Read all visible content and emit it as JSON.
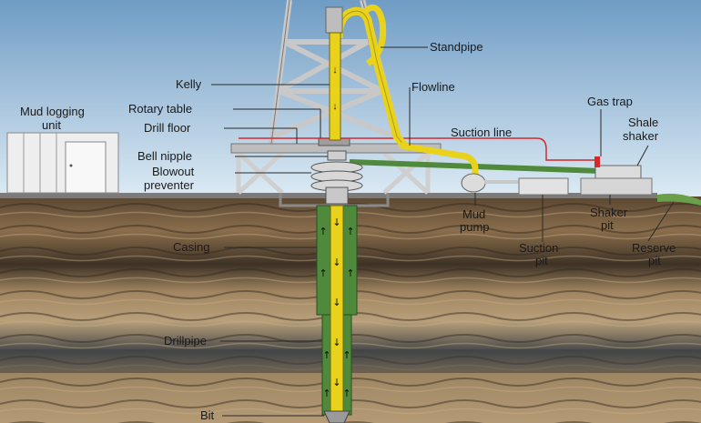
{
  "labels": {
    "standpipe": "Standpipe",
    "kelly": "Kelly",
    "flowline": "Flowline",
    "mud_logging_unit_line1": "Mud logging",
    "mud_logging_unit_line2": "unit",
    "rotary_table": "Rotary table",
    "drill_floor": "Drill floor",
    "suction_line": "Suction line",
    "gas_trap": "Gas trap",
    "shale_shaker_line1": "Shale",
    "shale_shaker_line2": "shaker",
    "bell_nipple": "Bell nipple",
    "blowout_preventer_line1": "Blowout",
    "blowout_preventer_line2": "preventer",
    "mud_pump_line1": "Mud",
    "mud_pump_line2": "pump",
    "shaker_pit_line1": "Shaker",
    "shaker_pit_line2": "pit",
    "casing": "Casing",
    "suction_pit_line1": "Suction",
    "suction_pit_line2": "pit",
    "reserve_pit_line1": "Reserve",
    "reserve_pit_line2": "pit",
    "drillpipe": "Drillpipe",
    "bit": "Bit"
  },
  "colors": {
    "sky_top": "#6f9cc4",
    "sky_bottom": "#dceaf4",
    "mud_flow": "#e9d21c",
    "annulus": "#4f8a3c",
    "suction_line": "#d42a2a",
    "earth_dark": "#3e3226",
    "earth_light": "#b49a74",
    "structure": "#d0d0d0"
  }
}
